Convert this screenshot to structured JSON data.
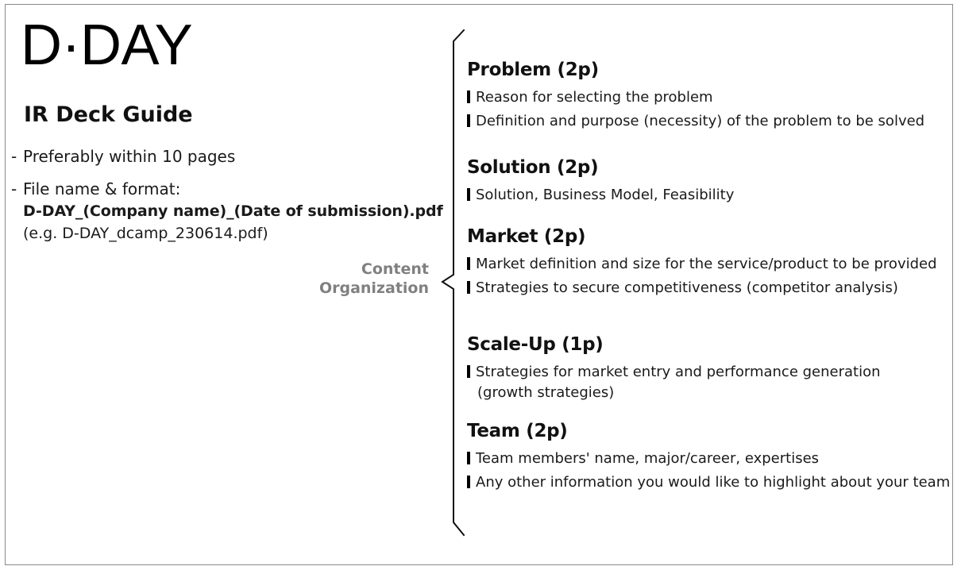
{
  "slide": {
    "logo": "D·DAY",
    "deck_title": "IR Deck Guide",
    "notes": [
      {
        "dash": "-",
        "text": "Preferably within 10 pages"
      },
      {
        "dash": "-",
        "text": "File name & format:",
        "sub_bold": "D-DAY_(Company name)_(Date of submission).pdf",
        "sub_example": "(e.g. D-DAY_dcamp_230614.pdf)"
      }
    ],
    "brace_label": {
      "line1": "Content",
      "line2": "Organization"
    },
    "sections": [
      {
        "heading": "Problem (2p)",
        "bullets": [
          {
            "text": "Reason for selecting the problem"
          },
          {
            "text": "Definition and purpose (necessity) of the problem to be solved"
          }
        ]
      },
      {
        "heading": "Solution (2p)",
        "bullets": [
          {
            "text": "Solution, Business Model, Feasibility"
          }
        ]
      },
      {
        "heading": "Market (2p)",
        "bullets": [
          {
            "text": "Market definition and size for the service/product to be provided"
          },
          {
            "text": "Strategies to secure competitiveness (competitor analysis)"
          }
        ]
      },
      {
        "heading": "Scale-Up (1p)",
        "bullets": [
          {
            "text": "Strategies for market entry and performance generation",
            "cont": "(growth strategies)"
          }
        ]
      },
      {
        "heading": "Team (2p)",
        "bullets": [
          {
            "text": "Team members' name, major/career, expertises"
          },
          {
            "text": "Any other information you would like to highlight about your team"
          }
        ]
      }
    ],
    "colors": {
      "text": "#1a1a1a",
      "heading": "#111111",
      "brace_label": "#808080",
      "bullet_marker": "#000000",
      "border": "#8a8a8a",
      "background": "#ffffff"
    }
  }
}
